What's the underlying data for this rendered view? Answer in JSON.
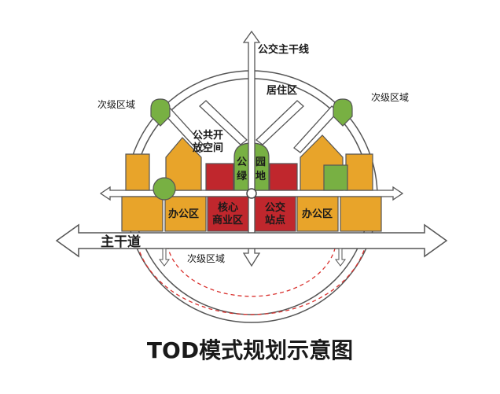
{
  "title": "TOD模式规划示意图",
  "labels": {
    "bus_line": "公交主干线",
    "residential": "居住区",
    "secondary_left": "次级区域",
    "secondary_right": "次级区域",
    "secondary_bottom": "次级区域",
    "public_space_1": "公共开",
    "public_space_2": "放空间",
    "park_1": "公",
    "park_2": "园",
    "park_3": "绿",
    "park_4": "地",
    "office_left": "办公区",
    "office_right": "办公区",
    "core_1": "核心",
    "core_2": "商业区",
    "station_1": "公交",
    "station_2": "站点",
    "main_road": "主干道"
  },
  "colors": {
    "orange": "#E8A42A",
    "red": "#C0272D",
    "green": "#78B043",
    "outline": "#4a4a4a",
    "dash": "#D9322F"
  }
}
